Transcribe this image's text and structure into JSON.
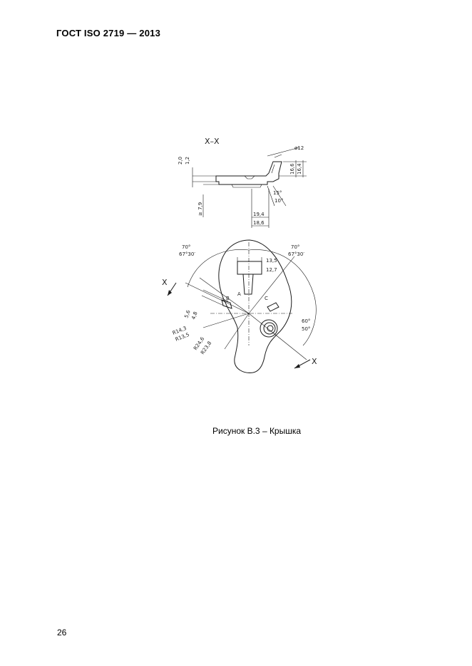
{
  "header": {
    "standard": "ГОСТ ISO 2719 — 2013"
  },
  "figure": {
    "caption": "Рисунок В.3 – Крышка",
    "section": {
      "title": "X–X",
      "dim_top_left_1": "2,0",
      "dim_top_left_2": "1,2",
      "dim_left": "≥ 7,9",
      "dim_diameter": "ø12",
      "dim_h1": "16,6",
      "dim_h2": "16,4",
      "angle_1": "15°",
      "angle_2": "10°",
      "dim_w1": "19,4",
      "dim_w2": "18,6"
    },
    "plan": {
      "angle_left_1": "70°",
      "angle_left_2": "67°30′",
      "angle_right_1": "70°",
      "angle_right_2": "67°30′",
      "slot_w1": "13,5",
      "slot_w2": "12,7",
      "label_a": "A",
      "label_b": "B",
      "label_c": "C",
      "cut_label_left": "X",
      "cut_label_right": "X",
      "dim_s1": "5,6",
      "dim_s2": "4,8",
      "radius_1": "R14,3",
      "radius_2": "R13,5",
      "radius_3": "R24,6",
      "radius_4": "R23,8",
      "angle_r1": "60°",
      "angle_r2": "50°"
    }
  },
  "page": {
    "number": "26"
  }
}
